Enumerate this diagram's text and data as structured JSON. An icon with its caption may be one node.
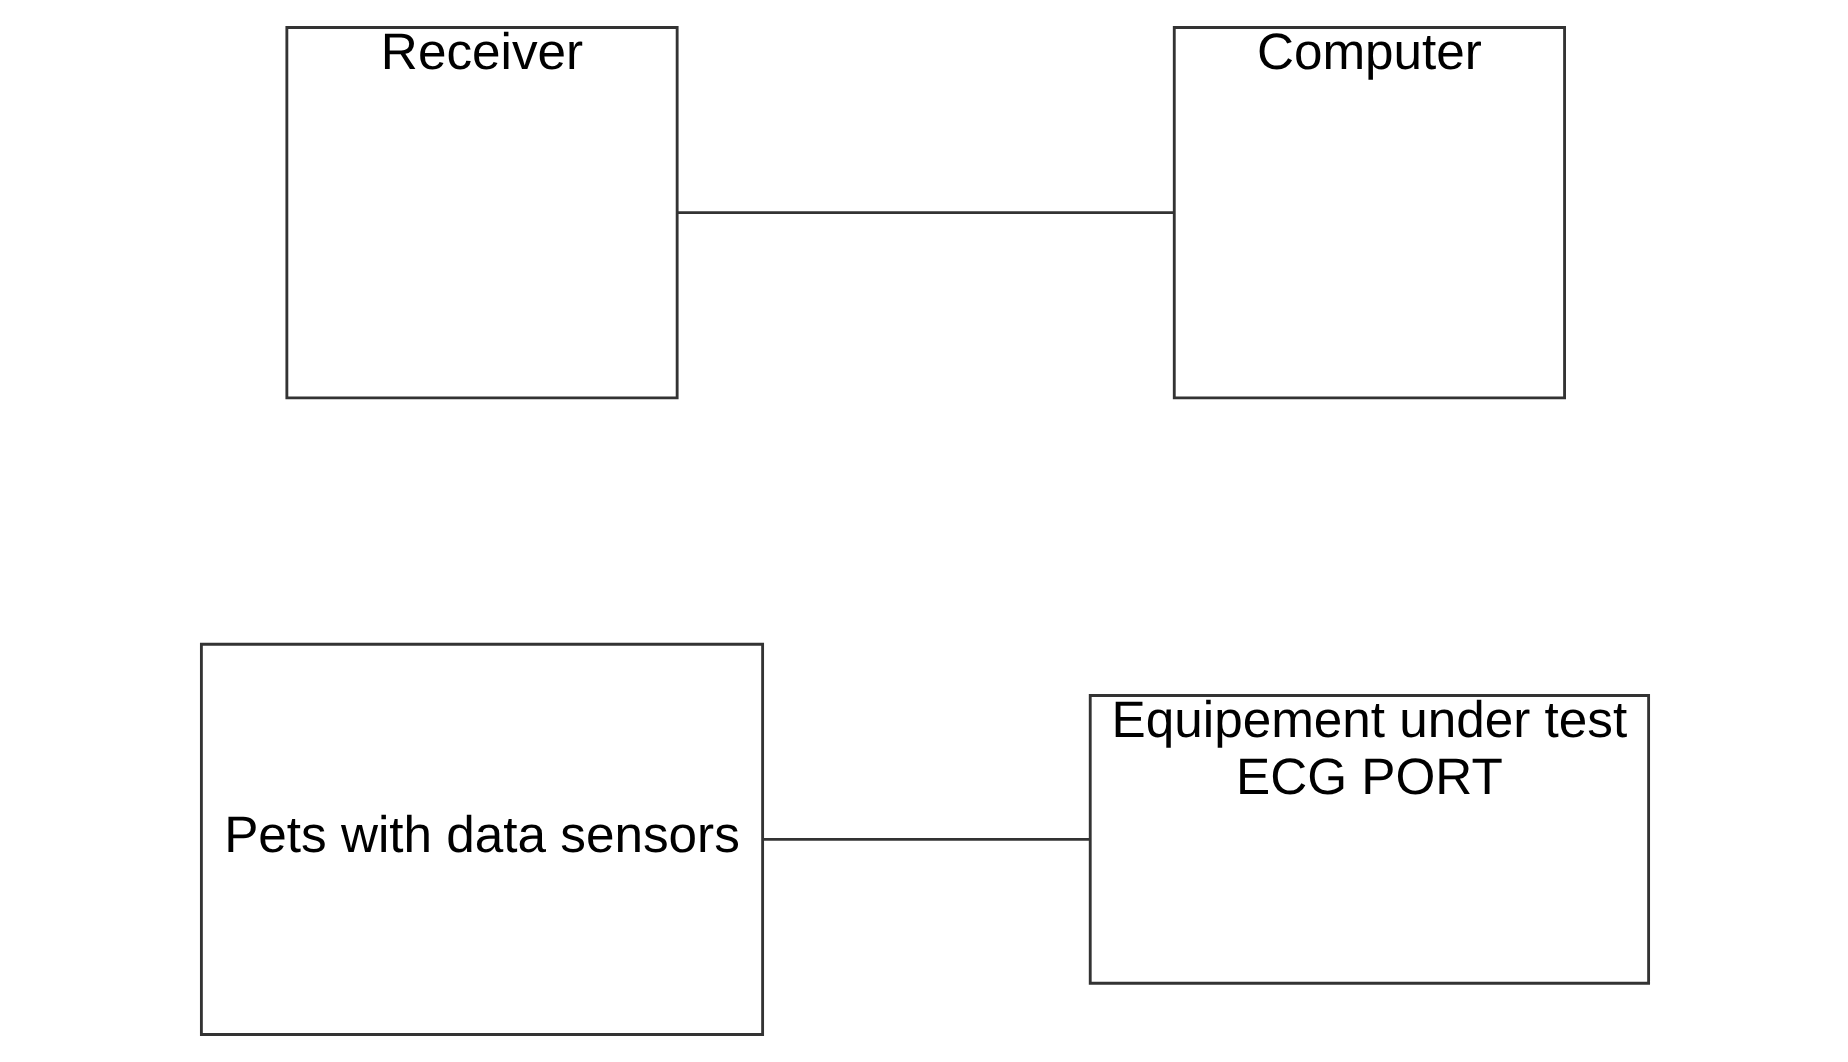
{
  "diagram": {
    "nodes": [
      {
        "text": [
          "Pets with data sensors"
        ]
      },
      {
        "text": [
          "Equipement under test",
          "ECG PORT"
        ]
      },
      {
        "text": [
          "Receiver"
        ]
      },
      {
        "text": [
          "Computer"
        ]
      }
    ],
    "edges": [
      {
        "from": 0,
        "to": 1,
        "arrow": "none"
      },
      {
        "from": 2,
        "to": 3,
        "arrow": "none"
      }
    ]
  }
}
